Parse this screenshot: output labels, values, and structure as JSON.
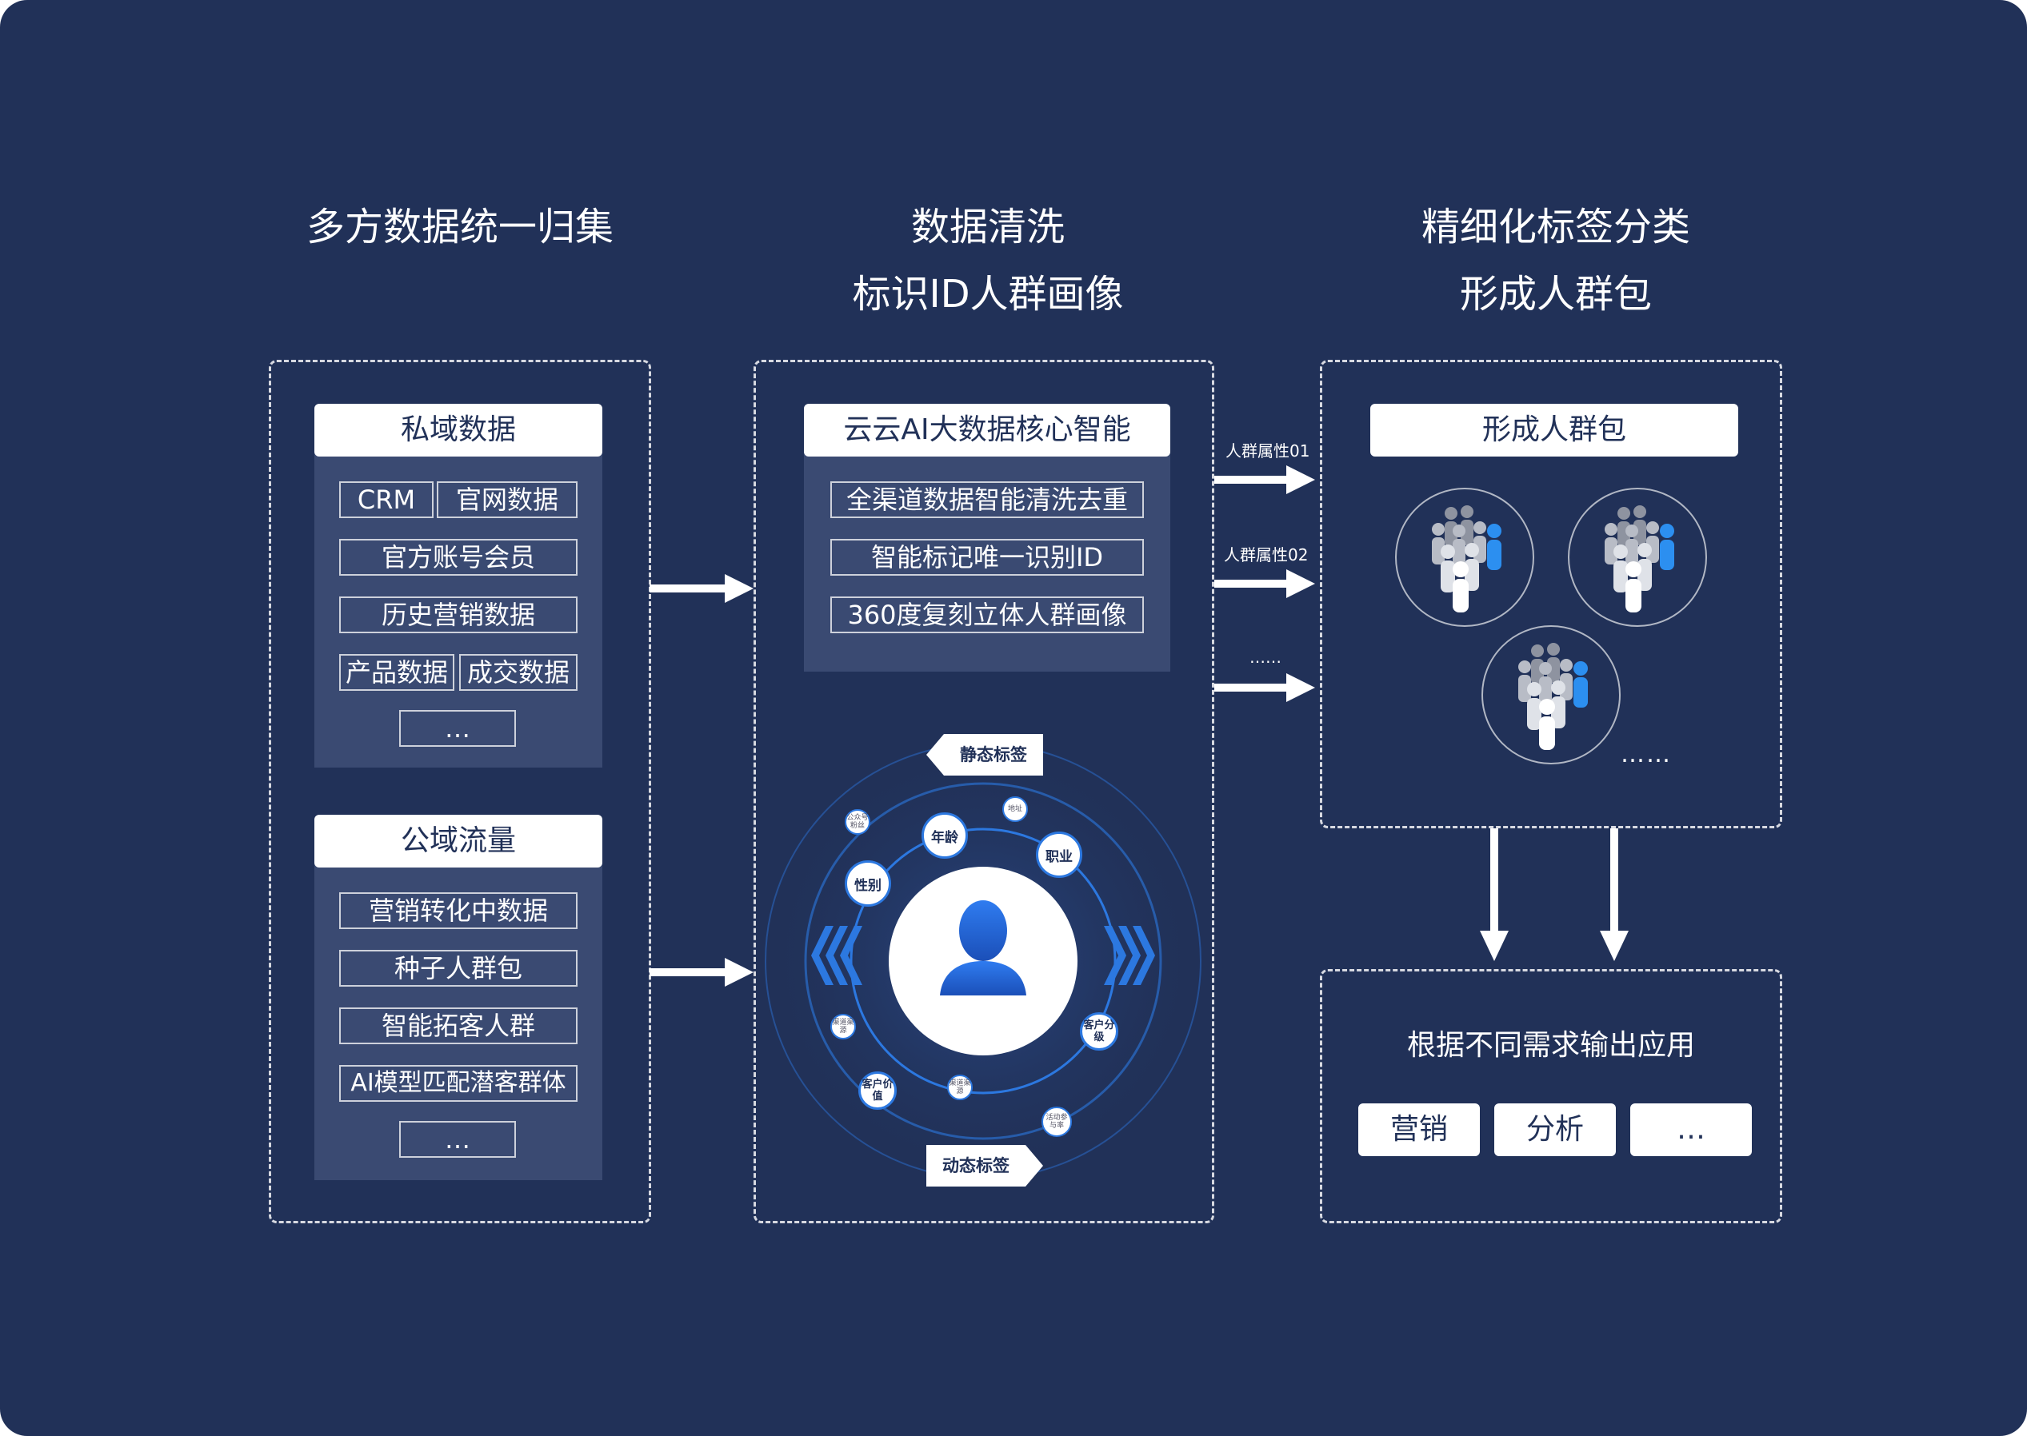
{
  "headings": {
    "col1": "多方数据统一归集",
    "col2_line1": "数据清洗",
    "col2_line2": "标识ID人群画像",
    "col3_line1": "精细化标签分类",
    "col3_line2": "形成人群包"
  },
  "private_data": {
    "title": "私域数据",
    "crm": "CRM",
    "website": "官网数据",
    "member": "官方账号会员",
    "history": "历史营销数据",
    "product": "产品数据",
    "deal": "成交数据",
    "more": "…"
  },
  "public_traffic": {
    "title": "公域流量",
    "conversion": "营销转化中数据",
    "seed": "种子人群包",
    "prospect": "智能拓客人群",
    "ai_match": "AI模型匹配潜客群体",
    "more": "…"
  },
  "core": {
    "title": "云云AI大数据核心智能",
    "item1": "全渠道数据智能清洗去重",
    "item2": "智能标记唯一识别ID",
    "item3": "360度复刻立体人群画像"
  },
  "profile_ring": {
    "static_tag": "静态标签",
    "dynamic_tag": "动态标签",
    "gender": "性别",
    "age": "年龄",
    "job": "职业",
    "tier": "客户分级",
    "value": "客户价值",
    "address": "地址",
    "fans": "公众号粉丝",
    "channel1": "渠道渠源",
    "channel2": "渠道渠源",
    "activity": "活动参与率"
  },
  "attr_labels": {
    "attr1": "人群属性01",
    "attr2": "人群属性02",
    "attr3": "……"
  },
  "crowd_pack": {
    "title": "形成人群包",
    "more": "……"
  },
  "output": {
    "text": "根据不同需求输出应用",
    "marketing": "营销",
    "analysis": "分析",
    "more": "…"
  },
  "colors": {
    "background": "#213158",
    "accent": "#2c78e0",
    "panel_fill": "#3a4a72"
  }
}
